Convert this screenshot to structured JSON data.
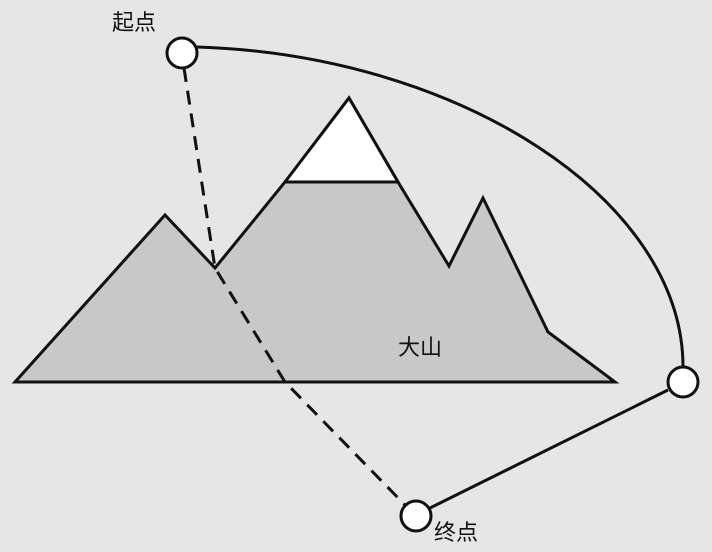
{
  "labels": {
    "start": "起点",
    "end": "终点",
    "mountain": "大山"
  },
  "colors": {
    "background": "#e6e6e6",
    "mountain": "#c8c8c8",
    "snow": "#ffffff",
    "stroke": "#111111"
  }
}
